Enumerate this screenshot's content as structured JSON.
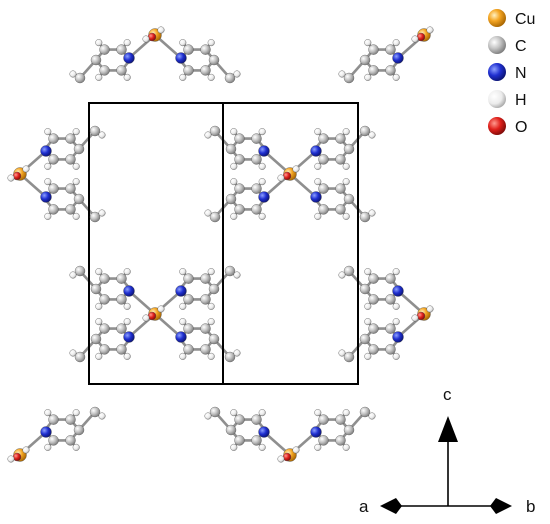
{
  "legend": {
    "items": [
      {
        "label": "Cu",
        "color": "#f5a623"
      },
      {
        "label": "C",
        "color": "#b8b8b8"
      },
      {
        "label": "N",
        "color": "#1f2fd0"
      },
      {
        "label": "H",
        "color": "#e8e8e8"
      },
      {
        "label": "O",
        "color": "#e0201b"
      }
    ]
  },
  "axes": {
    "c_label": "c",
    "a_label": "a",
    "b_label": "b"
  },
  "colors": {
    "bond": "#8f8f8f",
    "cell_edge": "#000000",
    "cu": "#f5a623",
    "carbon": "#c4c4c4",
    "nitrogen": "#1f2fd0",
    "hydrogen": "#eeeeee",
    "oxygen": "#e0201b"
  }
}
